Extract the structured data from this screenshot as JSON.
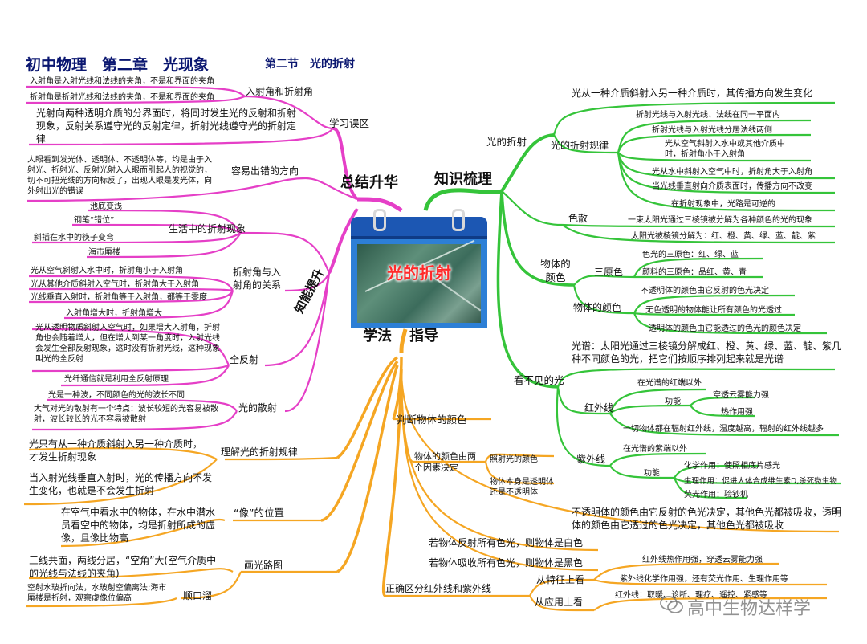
{
  "title": "初中物理　第二章　光现象",
  "subtitle": "第二节　光的折射",
  "center": "光的折射",
  "branches": {
    "summary": "总结升华",
    "knowledge": "知识梳理",
    "ability": "知能提升",
    "method1": "学法",
    "method2": "指导"
  },
  "summary": {
    "misconceptions": "学习误区",
    "angles": "入射角和折射角",
    "angle_note1": "入射角是入射光线和法线的夹角，不是和界面的夹角",
    "angle_note2": "折射角是折射光线和法线的夹角，不是和界面的夹角",
    "phenomena": "光射向两种透明介质的分界面时，将同时发生光的反射和折射现象，反射关系遵守光的反射定律，折射光线遵守光的折射定律",
    "error_prone": "容易出错的方向",
    "error_note": "人眼看到发光体、透明体、不透明体等，均是由于入射光、折射光、反射光射入人眼而引起人的视觉的，切不可把光线的方向标反了，出现人眼是发光体，向外射出光的错误"
  },
  "ability": {
    "life": "生活中的折射现象",
    "life_items": [
      "池底变浅",
      "钢笔“错位”",
      "斜插在水中的筷子变弯",
      "海市蜃楼"
    ],
    "relation": "折射角与入射角的关系",
    "rel_items": [
      "光从空气斜射入水中时，折射角小于入射角",
      "光从其他介质斜射入空气时，折射角大于入射角",
      "光线垂直入射时，折射角等于入射角，都等于零度",
      "入射角增大时，折射角增大"
    ],
    "total_reflection": "全反射",
    "tr_note": "光从透明物质斜射入空气时，如果增大入射角，折射角也会随着增大，但在增大到某一角度时，入射光线会发生全部反射现象，这时没有折射光线，这种现象叫光的全反射",
    "fiber": "光纤通信就是利用全反射原理",
    "dispersion": "光的散射",
    "disp_items": [
      "光是一种波，不同颜色的光的波长不同",
      "大气对光的散射有一个特点：波长较短的光容易被散射，波长较长的光不容易被散射"
    ]
  },
  "knowledge": {
    "refraction": "光的折射",
    "definition": "光从一种介质斜射入另一种介质时，其传播方向发生变化",
    "law": "光的折射规律",
    "law_items": [
      "折射光线与入射光线、法线在同一平面内",
      "折射光线与入射光线分居法线两侧",
      "光从空气斜射入水中或其他介质中时，折射角小于入射角",
      "光从水中斜射入空气中时，折射角大于入射角",
      "当光线垂直射向介质表面时，传播方向不改变",
      "在折射现象中，光路是可逆的"
    ],
    "dispersion": "色散",
    "disp_items": [
      "一束太阳光通过三棱镜被分解为各种颜色的光的现象",
      "太阳光被棱镜分解为：红、橙、黄、绿、蓝、靛、紫"
    ],
    "color": "物体的颜色",
    "primary": "三原色",
    "primary_items": [
      "色光的三原色：红、绿、蓝",
      "颜料的三原色：品红、黄、青"
    ],
    "obj_color": "物体的颜色",
    "obj_items": [
      "不透明体的颜色由它反射的色光决定",
      "无色透明的物体能让所有颜色的光透过",
      "透明体的颜色由它能透过的色光的颜色决定"
    ],
    "invisible": "看不见的光",
    "spectrum": "光谱：太阳光通过三棱镜分解成红、橙、黄、绿、蓝、靛、紫几种不同颜色的光，把它们按顺序排列起来就是光谱",
    "ir": "红外线",
    "ir_pos": "在光谱的红端以外",
    "function": "功能",
    "ir_f1": "穿透云雾能力强",
    "ir_f2": "热作用强",
    "ir_all": "一切物体都在辐射红外线，温度越高，辐射的红外线越多",
    "uv": "紫外线",
    "uv_pos": "在光谱的紫端以外",
    "uv_f1": "化学作用：使照相底片感光",
    "uv_f2": "生理作用：促进人体合成维生素D,杀死微生物",
    "uv_f3": "荧光作用：验钞机"
  },
  "method": {
    "judge": "判断物体的颜色",
    "two_factors": "物体的颜色由两个因素决定",
    "f1": "照射光的颜色",
    "f2": "物体本身是透明体还是不透明体",
    "summary": "不透明体的颜色由它反射的色光决定，其他色光都被吸收，透明体的颜色由它透过的色光决定，其他色光都被吸收",
    "white": "若物体反射所有色光，则物体是白色",
    "black": "若物体吸收所有色光，则物体是黑色",
    "distinguish": "正确区分红外线和紫外线",
    "feature": "从特征上看",
    "application": "从应用上看",
    "feat1": "红外线热作用强，穿透云雾能力强",
    "feat2": "紫外线化学作用强，还有荧光作用、生理作用等",
    "app1": "红外线：取暖、诊断、理疗、遥控、紧感等",
    "understand": "理解光的折射规律",
    "u1": "光只有从一种介质斜射入另一种介质时，才发生折射现象",
    "u2": "当入射光线垂直入射时，光的传播方向不发生变化，也就是不会发生折射",
    "image_pos": "“像”的位置",
    "image_note": "在空气中看水中的物体，在水中潜水员看空中的物体，均是折射所成的虚像，且像比物高",
    "draw": "画光路图",
    "draw_note": "三线共面，两线分居，“空角”大(空气介质中的光线与法线的夹角)",
    "rhyme": "顺口溜",
    "rhyme_note": "空射水玻折向法，水玻射空偏离法;海市蜃楼是折射，观察虚像位偏高"
  },
  "watermark": "高中生物达样学",
  "colors": {
    "knowledge_line": "#35c43a",
    "summary_line": "#e53fc7",
    "method_line": "#f5a623",
    "title_color": "#0a1670",
    "center_text": "#ff2a2a"
  }
}
